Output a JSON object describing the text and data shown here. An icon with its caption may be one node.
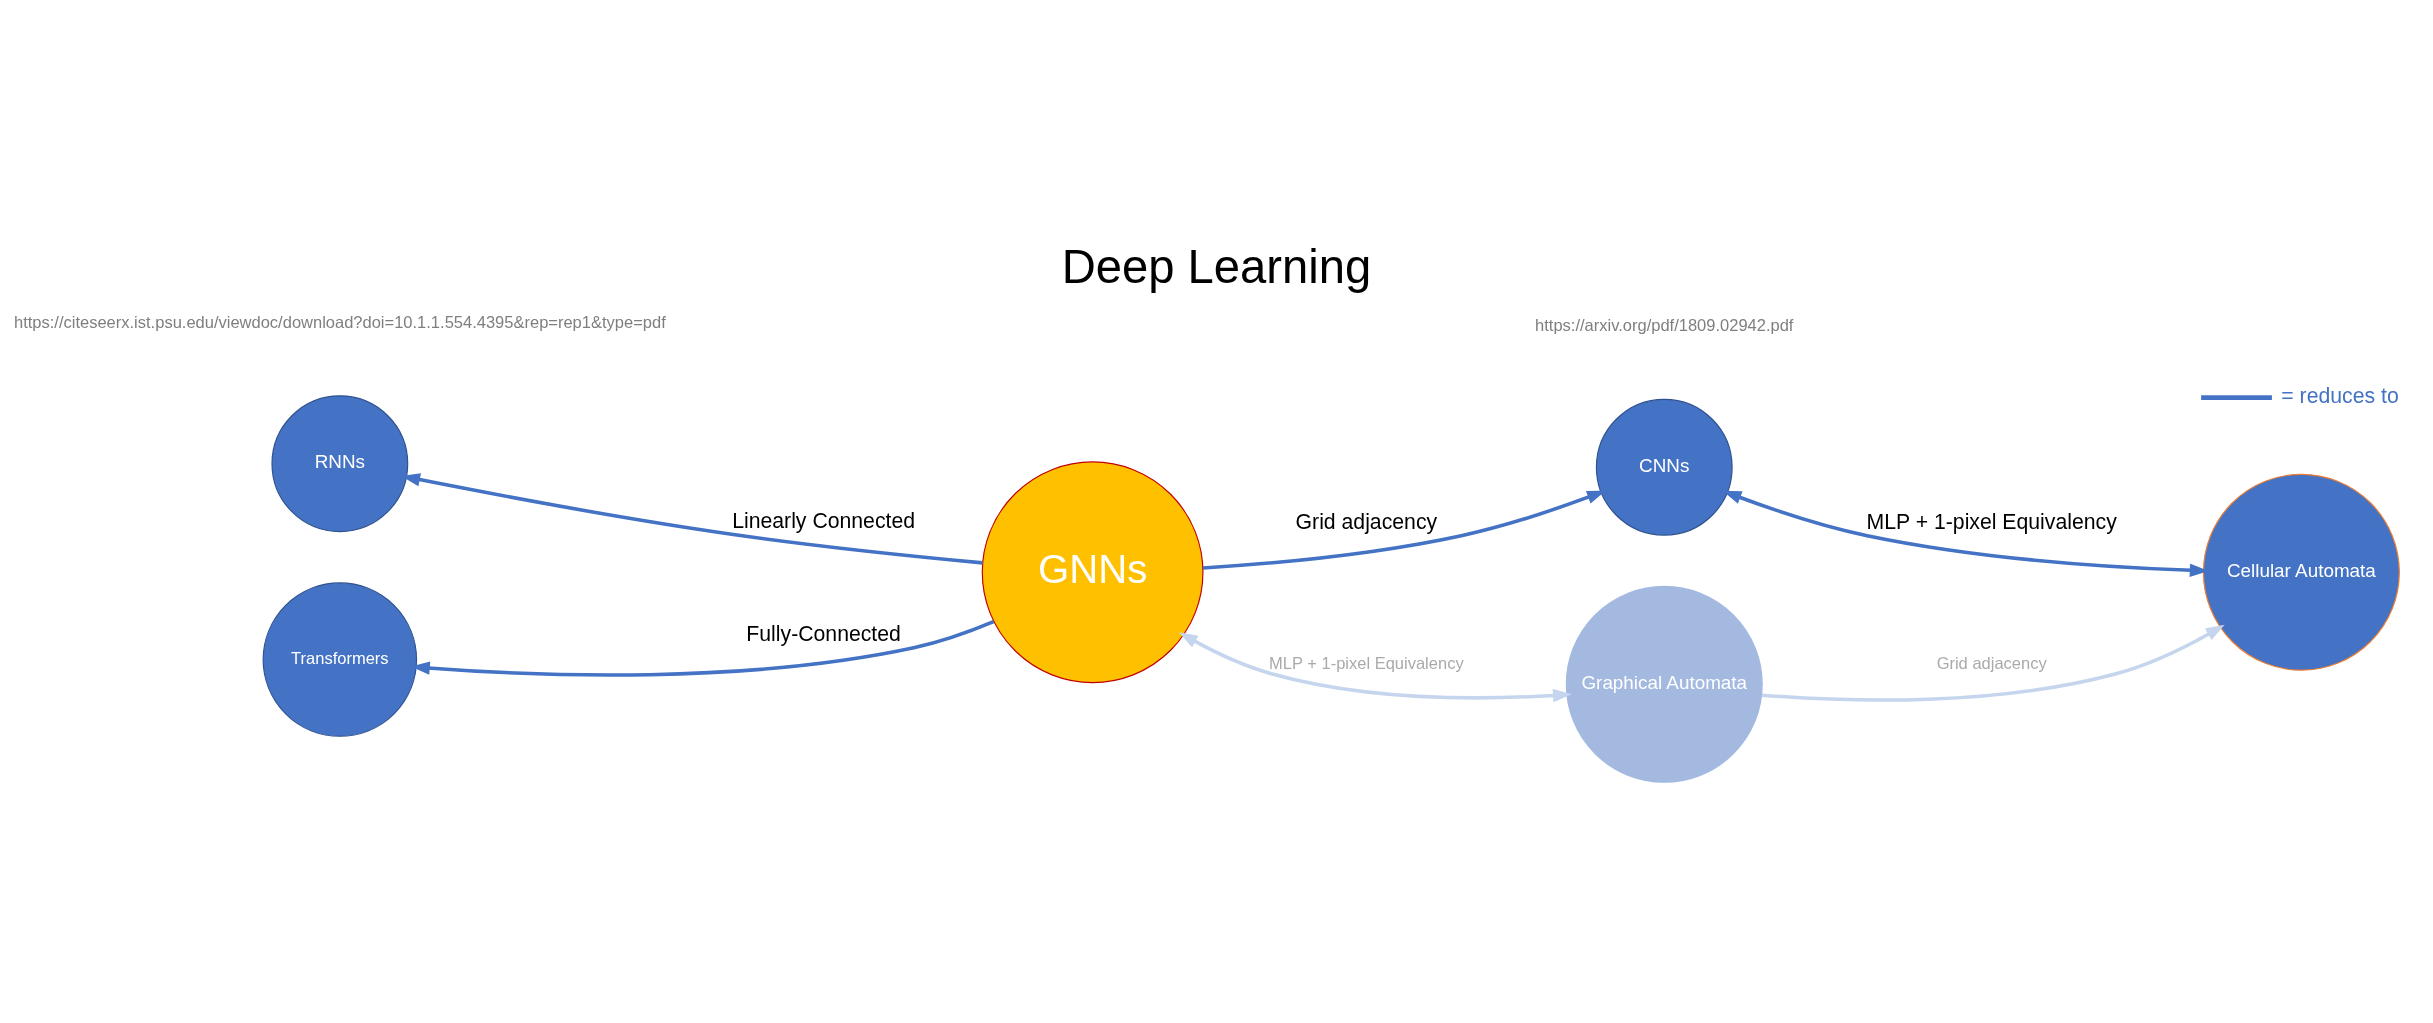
{
  "diagram": {
    "title": "Deep Learning",
    "nodes": [
      {
        "text": [
          "RNNs"
        ]
      },
      {
        "text": [
          "CNNs"
        ]
      },
      {
        "text": [
          "GNNs"
        ]
      },
      {
        "text": [
          "Cellular Automata"
        ]
      },
      {
        "text": [
          "Transformers"
        ]
      },
      {
        "text": [
          "Graphical Automata"
        ]
      }
    ],
    "edges": [
      {
        "from": 2,
        "to": 0,
        "arrow": "to",
        "label": "Linearly Connected"
      },
      {
        "from": 2,
        "to": 1,
        "arrow": "to",
        "label": "Grid adjacency"
      },
      {
        "from": 1,
        "to": 3,
        "arrow": "both",
        "label": "MLP + 1-pixel Equivalency"
      },
      {
        "from": 2,
        "to": 4,
        "arrow": "to",
        "label": "Fully-Connected"
      },
      {
        "from": 2,
        "to": 5,
        "arrow": "both",
        "label": "MLP + 1-pixel Equivalency",
        "color": "#c5d5ee"
      },
      {
        "from": 5,
        "to": 3,
        "arrow": "to",
        "label": "Grid adjacency",
        "color": "#c5d5ee"
      }
    ],
    "labels": [
      "https://arxiv.org/pdf/1809.02942.pdf",
      "https://citeseerx.ist.psu.edu/viewdoc/download?doi=10.1.1.554.4395&rep=rep1&type=pdf"
    ],
    "legend": [
      {
        "text": "= reduces to"
      }
    ]
  }
}
